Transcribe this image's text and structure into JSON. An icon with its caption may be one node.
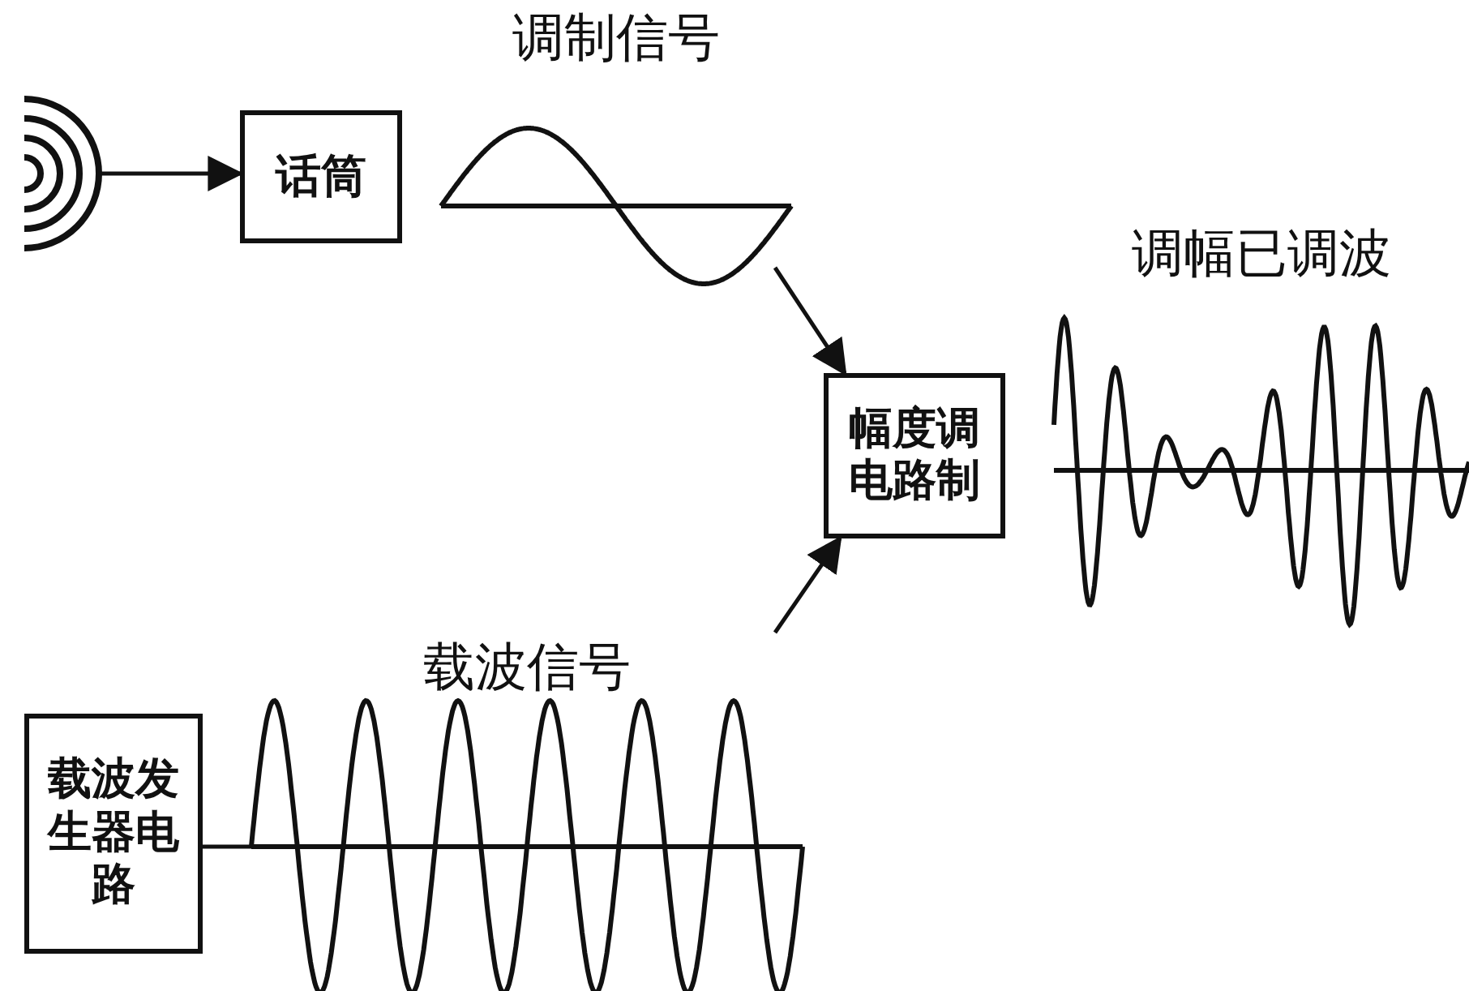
{
  "diagram": {
    "nodes": [
      {
        "text": [],
        "shape": "picture"
      },
      {
        "text": [
          "话筒"
        ]
      },
      {
        "text": [
          "调制信号"
        ]
      },
      {
        "text": [
          "幅度调电路制"
        ]
      },
      {
        "text": [
          "调幅已调波"
        ]
      },
      {
        "text": [
          "载波信号"
        ]
      },
      {
        "text": [
          "载波发生器电路"
        ]
      }
    ],
    "edges": [
      {
        "from": 0,
        "to": 1,
        "arrow": "to"
      },
      {
        "from": 2,
        "to": 3,
        "arrow": "to"
      },
      {
        "from": 5,
        "to": 3,
        "arrow": "to"
      },
      {
        "from": 6,
        "to": 5,
        "arrow": "none"
      }
    ]
  }
}
